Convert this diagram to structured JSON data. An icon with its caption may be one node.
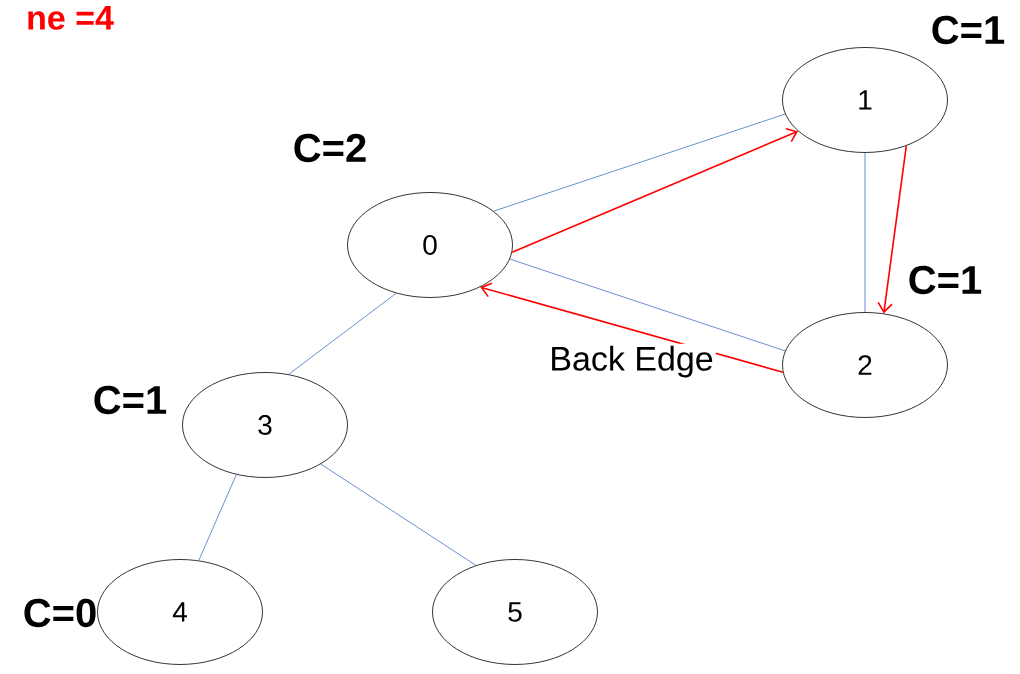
{
  "diagram": {
    "nodes": [
      {
        "text": [
          "0"
        ],
        "beside": [
          "C=2"
        ]
      },
      {
        "text": [
          "1"
        ],
        "beside": [
          "C=1"
        ]
      },
      {
        "text": [
          "2"
        ],
        "beside": [
          "C=1"
        ]
      },
      {
        "text": [
          "3"
        ],
        "beside": [
          "C=1"
        ]
      },
      {
        "text": [
          "4"
        ],
        "beside": [
          "C=0"
        ]
      },
      {
        "text": [
          "5"
        ]
      }
    ],
    "edges": [
      {
        "from": 0,
        "to": 1,
        "arrow": "none"
      },
      {
        "from": 1,
        "to": 2,
        "arrow": "none"
      },
      {
        "from": 0,
        "to": 2,
        "arrow": "none"
      },
      {
        "from": 0,
        "to": 3,
        "arrow": "none"
      },
      {
        "from": 3,
        "to": 4,
        "arrow": "none"
      },
      {
        "from": 3,
        "to": 5,
        "arrow": "none"
      },
      {
        "from": 0,
        "to": 1,
        "arrow": "to",
        "color": "#ff0000"
      },
      {
        "from": 1,
        "to": 2,
        "arrow": "to",
        "color": "#ff0000"
      },
      {
        "from": 2,
        "to": 0,
        "arrow": "to",
        "color": "#ff0000",
        "label": "Back Edge"
      }
    ],
    "labels": [
      "ne =4"
    ]
  }
}
